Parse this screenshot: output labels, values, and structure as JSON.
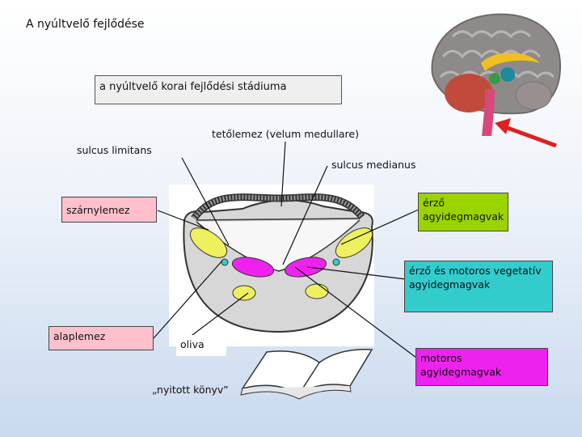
{
  "title": "A nyúltvelő fejlődése",
  "stage_box": "a nyúltvelő korai fejlődési stádiuma",
  "labels": {
    "sulcus_limitans": "sulcus limitans",
    "tetolemez": "tetőlemez (velum medullare)",
    "sulcus_medianus": "sulcus medianus",
    "szarnylemez": "szárnylemez",
    "erzo": "érző agyidegmagvak",
    "erzo_motoros": "érző és motoros vegetatív agyidegmagvak",
    "alaplemez": "alaplemez",
    "oliva": "oliva",
    "nyitott_konyv": "„nyitott könyv”",
    "motoros": "motoros agyidegmagvak"
  },
  "colors": {
    "green": "#9bd300",
    "cyan": "#33cccc",
    "magenta": "#ee22ee",
    "pink": "#ffc0cb",
    "yellow": "#eef060",
    "arrow_red": "#e02020"
  }
}
